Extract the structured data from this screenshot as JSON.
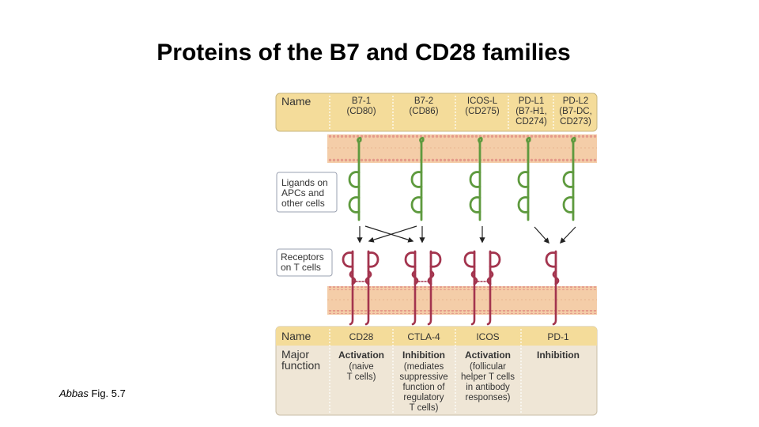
{
  "slide": {
    "title": "Proteins of the B7 and CD28 families",
    "citation_author": "Abbas",
    "citation_ref": " Fig. 5.7"
  },
  "figure": {
    "ligand_header": "Name",
    "ligands": [
      {
        "lines": [
          "B7-1",
          "(CD80)"
        ]
      },
      {
        "lines": [
          "B7-2",
          "(CD86)"
        ]
      },
      {
        "lines": [
          "ICOS-L",
          "(CD275)"
        ]
      },
      {
        "lines": [
          "PD-L1",
          "(B7-H1,",
          "CD274)"
        ]
      },
      {
        "lines": [
          "PD-L2",
          "(B7-DC,",
          "CD273)"
        ]
      }
    ],
    "ligand_side_label": [
      "Ligands on",
      "APCs and",
      "other cells"
    ],
    "receptor_side_label": [
      "Receptors",
      "on T cells"
    ],
    "receptor_header": "Name",
    "receptors": [
      "CD28",
      "CTLA-4",
      "ICOS",
      "PD-1"
    ],
    "function_header": [
      "Major",
      "function"
    ],
    "functions": [
      {
        "title": "Activation",
        "detail": [
          "(naive",
          "T cells)"
        ]
      },
      {
        "title": "Inhibition",
        "detail": [
          "(mediates",
          "suppressive",
          "function of",
          "regulatory",
          "T cells)"
        ]
      },
      {
        "title": "Activation",
        "detail": [
          "(follicular",
          "helper T cells",
          "in antibody",
          "responses)"
        ]
      },
      {
        "title": "Inhibition",
        "detail": []
      }
    ],
    "colors": {
      "header_panel": "#f4dc9a",
      "function_panel": "#efe6d6",
      "membrane": "#f3c9a5",
      "membrane_beads": "#e9a08e",
      "ligand_green": "#5e9a3e",
      "receptor_red": "#a3344e",
      "border": "#b9aa88"
    }
  }
}
